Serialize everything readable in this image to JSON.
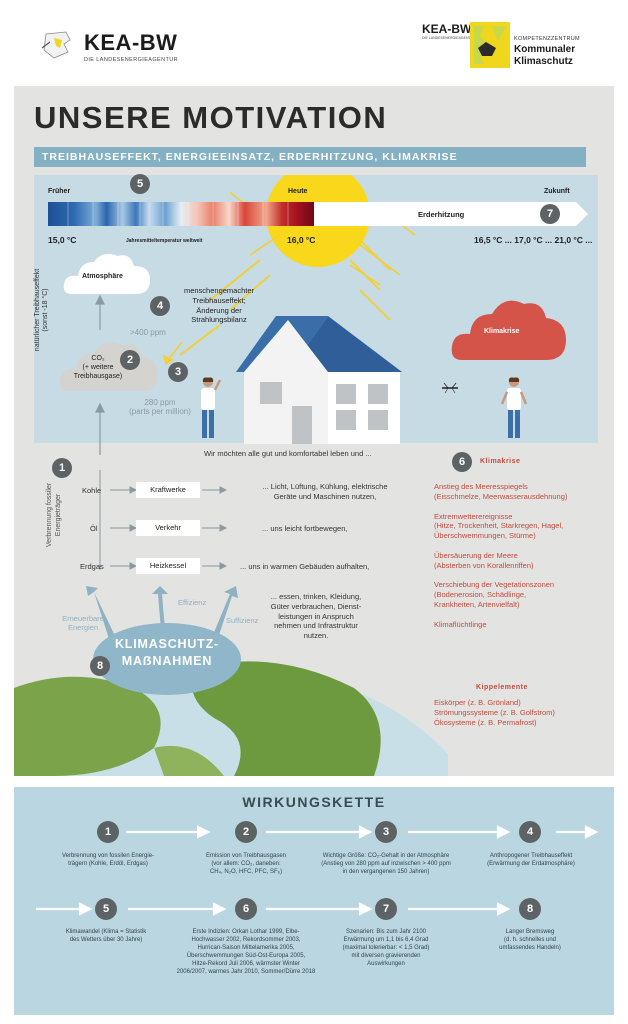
{
  "header": {
    "left_logo": {
      "title": "KEA-BW",
      "subtitle": "DIE LANDESENERGIEAGENTUR"
    },
    "right_logo": {
      "title": "KEA-BW",
      "subtitle": "DIE LANDESENERGIEAGENTUR",
      "small": "KOMPETENZZENTRUM",
      "name_line1": "Kommunaler",
      "name_line2": "Klimaschutz"
    }
  },
  "main": {
    "title": "UNSERE MOTIVATION",
    "subtitle": "TREIBHAUSEFFEKT, ENERGIEEINSATZ, ERDERHITZUNG, KLIMAKRISE",
    "timeline": {
      "frueher": "Früher",
      "heute": "Heute",
      "zukunft": "Zukunft",
      "erderhitzung": "Erderhitzung",
      "temp_start": "15,0 °C",
      "temp_label": "Jahresmitteltemperatur weltweit",
      "temp_now": "16,0 °C",
      "temp_future": "16,5 °C ... 17,0 °C ... 21,0 °C ..."
    },
    "labels": {
      "atmosphaere": "Atmosphäre",
      "treibhauseffekt_line1": "natürlicher Treibhauseffekt",
      "treibhauseffekt_line2": "(sonst -18 °C)",
      "co2_line1": "CO₂",
      "co2_line2": "(+ weitere",
      "co2_line3": "Treibhausgase)",
      "menschengemacht_line1": "menschengemachter",
      "menschengemacht_line2": "Treibhauseffekt;",
      "menschengemacht_line3": "Änderung der",
      "menschengemacht_line4": "Strahlungsbilanz",
      "ppm400": ">400 ppm",
      "ppm280_line1": "280 ppm",
      "ppm280_line2": "(parts per million)",
      "klimakrise_cloud": "Klimakrise"
    },
    "energy": {
      "intro": "Wir möchten alle gut und komfortabel leben und ...",
      "vertical_line1": "Verbrennung fossiler",
      "vertical_line2": "Energieträger",
      "rows": [
        {
          "source": "Kohle",
          "box": "Kraftwerke",
          "text_line1": "... Licht, Lüftung, Kühlung, elektrische",
          "text_line2": "Geräte und Maschinen nutzen,"
        },
        {
          "source": "Öl",
          "box": "Verkehr",
          "text_line1": "... uns leicht fortbewegen,",
          "text_line2": ""
        },
        {
          "source": "Erdgas",
          "box": "Heizkessel",
          "text_line1": "... uns in warmen Gebäuden aufhalten,",
          "text_line2": ""
        }
      ],
      "last_line1": "... essen, trinken, Kleidung,",
      "last_line2": "Güter verbrauchen, Dienst-",
      "last_line3": "leistungen in Anspruch",
      "last_line4": "nehmen und Infrastruktur",
      "last_line5": "nutzen."
    },
    "measures": {
      "erneuerbare_line1": "Erneuerbare",
      "erneuerbare_line2": "Energien",
      "effizienz": "Effizienz",
      "suffizienz": "Suffizienz",
      "title_line1": "KLIMASCHUTZ-",
      "title_line2": "MAẞNAHMEN"
    },
    "klimakrise": {
      "title": "Klimakrise",
      "items": [
        {
          "line1": "Anstieg des Meeresspiegels",
          "line2": "(Eisschmelze, Meerwasserausdehnung)"
        },
        {
          "line1": "Extremwetterereignisse",
          "line2": "(Hitze, Trockenheit, Starkregen, Hagel,",
          "line3": "Überschwemmungen, Stürme)"
        },
        {
          "line1": "Übersäuerung der Meere",
          "line2": "(Absterben von Korallenriffen)"
        },
        {
          "line1": "Verschiebung der Vegetationszonen",
          "line2": "(Bodenerosion, Schädlinge,",
          "line3": "Krankheiten, Artenvielfalt)"
        },
        {
          "line1": "Klimaflüchtlinge"
        }
      ],
      "kipp_title": "Kippelemente",
      "kipp_items": [
        "Eiskörper (z. B. Grönland)",
        "Strömungssysteme (z. B. Golfstrom)",
        "Ökosysteme (z. B. Permafrost)"
      ]
    },
    "badges": [
      "1",
      "2",
      "3",
      "4",
      "5",
      "6",
      "7",
      "8"
    ]
  },
  "wirkungskette": {
    "title": "WIRKUNGSKETTE",
    "steps": [
      {
        "num": "1",
        "lines": [
          "Verbrennung von fossilen Energie-",
          "trägern (Kohle, Erdöl, Erdgas)"
        ]
      },
      {
        "num": "2",
        "lines": [
          "Emission von Treibhausgasen",
          "(vor allem: CO₂, daneben:",
          "CH₄, N₂O, HFC, PFC, SF₆)"
        ]
      },
      {
        "num": "3",
        "lines": [
          "Wichtige Größe: CO₂-Gehalt in der Atmosphäre",
          "(Anstieg von 280 ppm auf inzwischen > 400 ppm",
          "in den vergangenen 150 Jahren)"
        ]
      },
      {
        "num": "4",
        "lines": [
          "Anthropogener Treibhauseffekt",
          "(Erwärmung der Erdatmosphäre)"
        ]
      },
      {
        "num": "5",
        "lines": [
          "Klimawandel (Klima = Statistik",
          "des Wetters über 30 Jahre)"
        ]
      },
      {
        "num": "6",
        "lines": [
          "Erste Indizien: Orkan Lothar 1999, Elbe-",
          "Hochwasser 2002, Rekordsommer 2003,",
          "Hurrican-Saison Mittelamerika 2005,",
          "Überschwemmungen Süd-Ost-Europa 2005,",
          "Hitze-Rekord Juli 2006, wärmster Winter",
          "2006/2007, warmes Jahr 2010, Sommer/Dürre 2018"
        ]
      },
      {
        "num": "7",
        "lines": [
          "Szenarien: Bis zum Jahr 2100",
          "Erwärmung um 1,1 bis 6,4 Grad",
          "(maximal tolerierbar: < 1,5 Grad)",
          "mit diversen gravierenden",
          "Auswirkungen"
        ]
      },
      {
        "num": "8",
        "lines": [
          "Langer Bremsweg",
          "(d. h. schnelles und",
          "umfassendes Handeln)"
        ]
      }
    ]
  }
}
